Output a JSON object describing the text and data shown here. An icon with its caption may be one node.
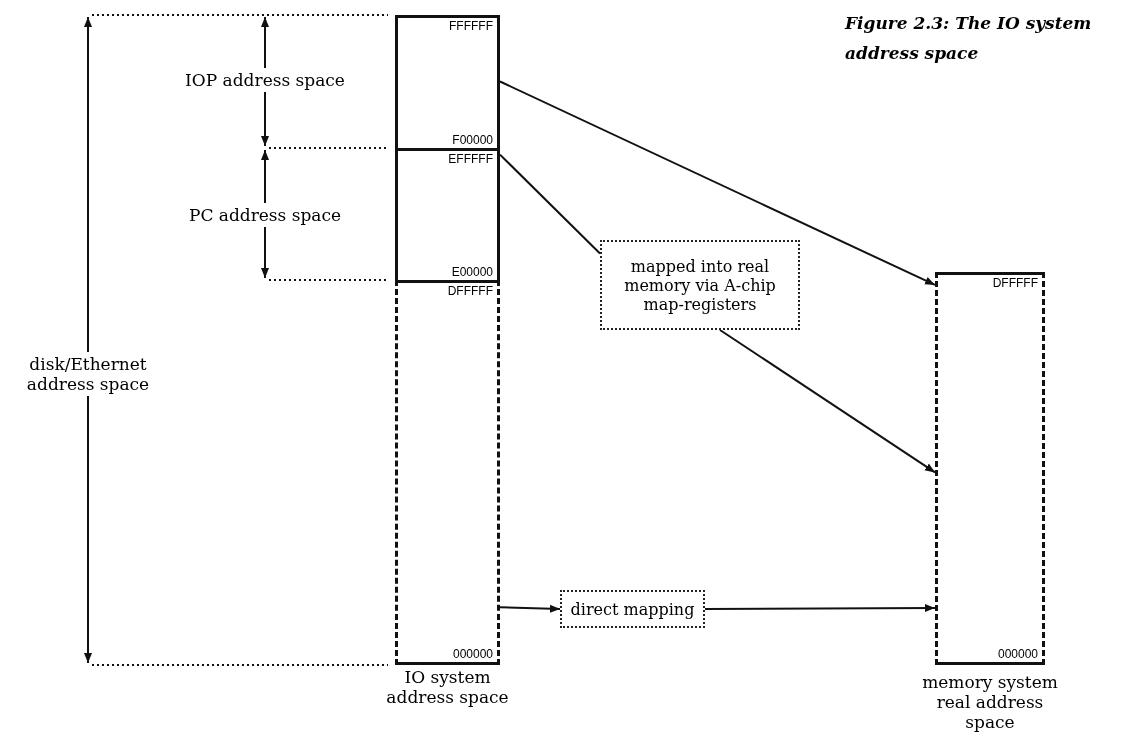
{
  "diagram": {
    "title": "Figure 2.3: The IO system address space",
    "nodes": [
      {
        "text": [
          "IO system address space"
        ]
      },
      {
        "text": [
          "FFFFFF",
          "F00000"
        ],
        "in": 0
      },
      {
        "text": [
          "EFFFFF",
          "E00000"
        ],
        "in": 0
      },
      {
        "text": [
          "DFFFFF",
          "000000"
        ],
        "in": 0
      },
      {
        "text": [
          "DFFFFF",
          "000000",
          "memory system real address space"
        ]
      },
      {
        "text": [
          "mapped into real memory via A-chip map-registers"
        ]
      },
      {
        "text": [
          "direct mapping"
        ]
      }
    ],
    "edges": [
      {
        "from": 1,
        "to": 4,
        "arrow": "to"
      },
      {
        "from": 2,
        "to": 5,
        "arrow": "none"
      },
      {
        "from": 5,
        "to": 4,
        "arrow": "to"
      },
      {
        "from": 3,
        "to": 6,
        "arrow": "to"
      },
      {
        "from": 6,
        "to": 4,
        "arrow": "to"
      }
    ],
    "labels": [
      "IOP address space",
      "PC address space",
      "disk/Ethernet address space"
    ]
  }
}
